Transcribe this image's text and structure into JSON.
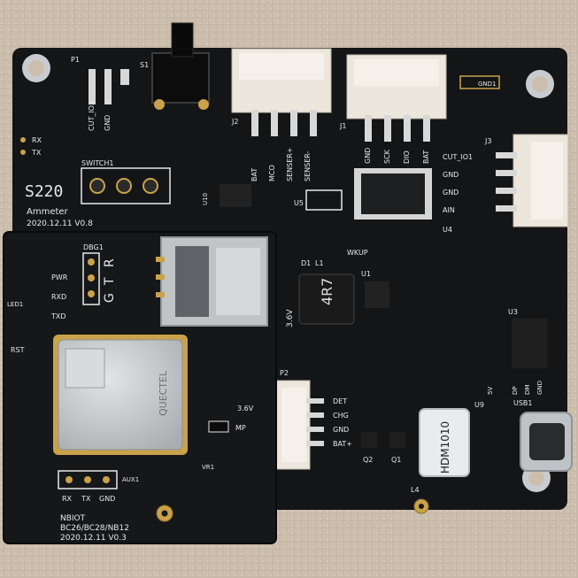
{
  "main_board": {
    "name": "Ammeter",
    "date_version": "2020.12.11  V0.8",
    "big_label": "S220",
    "power_label": "3.6V",
    "connector_pins": {
      "j2": [
        "BAT",
        "MCO",
        "SENSER+",
        "SENSER-"
      ],
      "j1": [
        "GND",
        "SCK",
        "DIO",
        "BAT"
      ],
      "j3": [
        "CUT_IO1",
        "GND",
        "GND",
        "AIN"
      ]
    },
    "rx_label": "RX",
    "tx_label": "TX",
    "wkup_label": "WKUP",
    "p2_pins": [
      "DET",
      "CHG",
      "GND",
      "BAT+"
    ],
    "usb_label": "USB1",
    "usb_pins": [
      "5V",
      "DP",
      "DM",
      "GND"
    ],
    "inductor_marking": "4R7",
    "hdm_chip": "HDM1010",
    "switch_label": "SWITCH1",
    "designators": {
      "p1": "P1",
      "s1": "S1",
      "j1": "J1",
      "j2": "J2",
      "j3": "J3",
      "p2": "P2",
      "u1": "U1",
      "u3": "U3",
      "u4": "U4",
      "u5": "U5",
      "u9": "U9",
      "u10": "U10",
      "d1": "D1",
      "l1": "L1",
      "l4": "L4",
      "q1": "Q1",
      "q2": "Q2",
      "gnd1": "GND1",
      "cut_io2": "CUT_IO2",
      "gnd": "GND"
    }
  },
  "nb_module": {
    "name": "NBIOT",
    "models": "BC26/BC28/NB12",
    "date_version": "2020.12.11 V0.3",
    "dbg": "DBG1",
    "gtr": [
      "G",
      "T",
      "R"
    ],
    "status_leds": [
      "PWR",
      "RXD",
      "TXD"
    ],
    "led": "LED1",
    "rst": "RST",
    "aux": "AUX1",
    "aux_pins": [
      "RX",
      "TX",
      "GND"
    ],
    "voltage": "3.6V",
    "mp": "MP",
    "vr": "VR1",
    "quectel": "QUECTEL"
  },
  "colors": {
    "background": "#cdbfae",
    "pcb": "#141516",
    "silkscreen": "#e8e8e8",
    "connector": "#ece6dc",
    "gold": "#c9a24a",
    "module_shield": "#c7cacc"
  }
}
